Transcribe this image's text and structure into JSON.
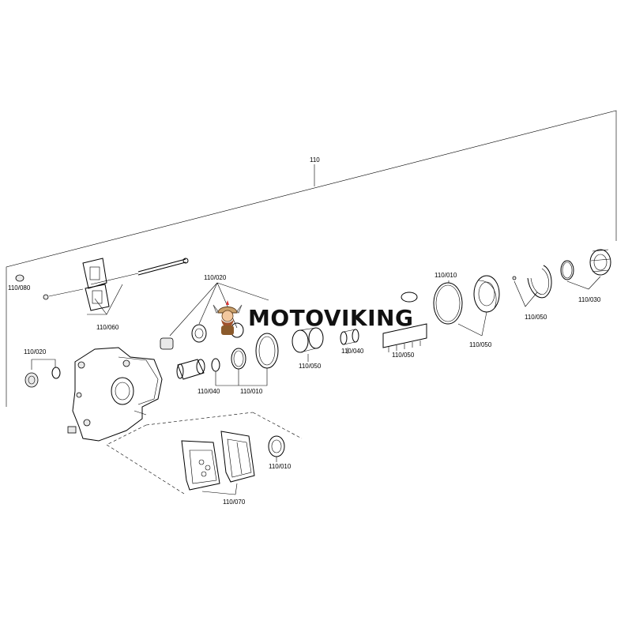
{
  "labels": {
    "main": "110",
    "l080": "110/080",
    "l060": "110/060",
    "l020a": "110/020",
    "l020b": "110/020",
    "l040a": "110/040",
    "l040b": "110/040",
    "l010a": "110/010",
    "l010b": "110/010",
    "l010c": "110/010",
    "l050a": "110/050",
    "l050b": "110/050",
    "l050c": "110/050",
    "l050d": "110/050",
    "l030": "110/030",
    "l070": "110/070"
  },
  "watermark": {
    "text": "MOTOVIKING",
    "icon": "viking-mascot-icon"
  }
}
